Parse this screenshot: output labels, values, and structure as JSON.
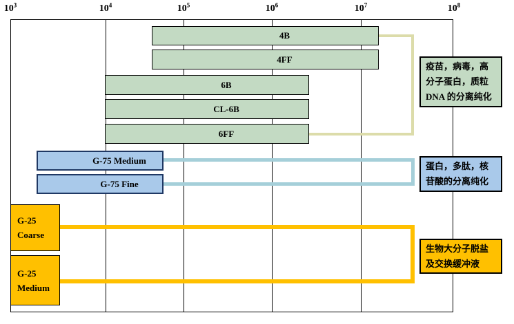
{
  "axis": {
    "ticks": [
      {
        "base": "10",
        "exp": "3"
      },
      {
        "base": "10",
        "exp": "4"
      },
      {
        "base": "10",
        "exp": "5"
      },
      {
        "base": "10",
        "exp": "6"
      },
      {
        "base": "10",
        "exp": "7"
      },
      {
        "base": "10",
        "exp": "8"
      }
    ]
  },
  "bars": {
    "green": [
      {
        "label": "4B"
      },
      {
        "label": "4FF"
      },
      {
        "label": "6B"
      },
      {
        "label": "CL-6B"
      },
      {
        "label": "6FF"
      }
    ],
    "blue": [
      {
        "label": "G-75 Medium"
      },
      {
        "label": "G-75 Fine"
      }
    ],
    "yellow": [
      {
        "line1": "G-25",
        "line2": "Coarse"
      },
      {
        "line1": "G-25",
        "line2": "Medium"
      }
    ]
  },
  "notes": {
    "green": {
      "lines": [
        "疫苗，病毒，高",
        "分子蛋白，质粒",
        "DNA 的分离纯化"
      ]
    },
    "blue": {
      "lines": [
        "蛋白，多肽，核",
        "苷酸的分离纯化"
      ]
    },
    "yellow": {
      "lines": [
        "生物大分子脱盐",
        "及交换缓冲液"
      ]
    }
  },
  "colors": {
    "green_fill": "#c3dac3",
    "blue_fill": "#a9c9ea",
    "blue_border": "#1f3864",
    "yellow_fill": "#ffc000",
    "tan_connector": "#dcdcaa",
    "blue_connector": "#a5cfd9",
    "yellow_connector": "#ffc000",
    "grid": "#000000"
  },
  "chart_data": {
    "type": "bar",
    "subtype": "horizontal-range-bars",
    "title": "",
    "xlabel": "",
    "ylabel": "",
    "x_scale": "log10",
    "x_range": [
      1000,
      100000000
    ],
    "x_tick_labels": [
      "10^3",
      "10^4",
      "10^5",
      "10^6",
      "10^7",
      "10^8"
    ],
    "grid": true,
    "legend": false,
    "series": [
      {
        "group": "green",
        "label": "4B",
        "range_est": [
          50000,
          20000000
        ]
      },
      {
        "group": "green",
        "label": "4FF",
        "range_est": [
          50000,
          20000000
        ]
      },
      {
        "group": "green",
        "label": "6B",
        "range_est": [
          10000,
          3000000
        ]
      },
      {
        "group": "green",
        "label": "CL-6B",
        "range_est": [
          10000,
          3000000
        ]
      },
      {
        "group": "green",
        "label": "6FF",
        "range_est": [
          10000,
          3000000
        ]
      },
      {
        "group": "blue",
        "label": "G-75 Medium",
        "range_est": [
          2000,
          70000
        ]
      },
      {
        "group": "blue",
        "label": "G-75 Fine",
        "range_est": [
          2000,
          70000
        ]
      },
      {
        "group": "yellow",
        "label": "G-25 Coarse",
        "range_est": [
          1000,
          3500
        ]
      },
      {
        "group": "yellow",
        "label": "G-25 Medium",
        "range_est": [
          1000,
          3500
        ]
      }
    ],
    "annotations": [
      {
        "group": "green",
        "text": "疫苗，病毒，高分子蛋白，质粒DNA的分离纯化"
      },
      {
        "group": "blue",
        "text": "蛋白，多肽，核苷酸的分离纯化"
      },
      {
        "group": "yellow",
        "text": "生物大分子脱盐及交换缓冲液"
      }
    ]
  }
}
